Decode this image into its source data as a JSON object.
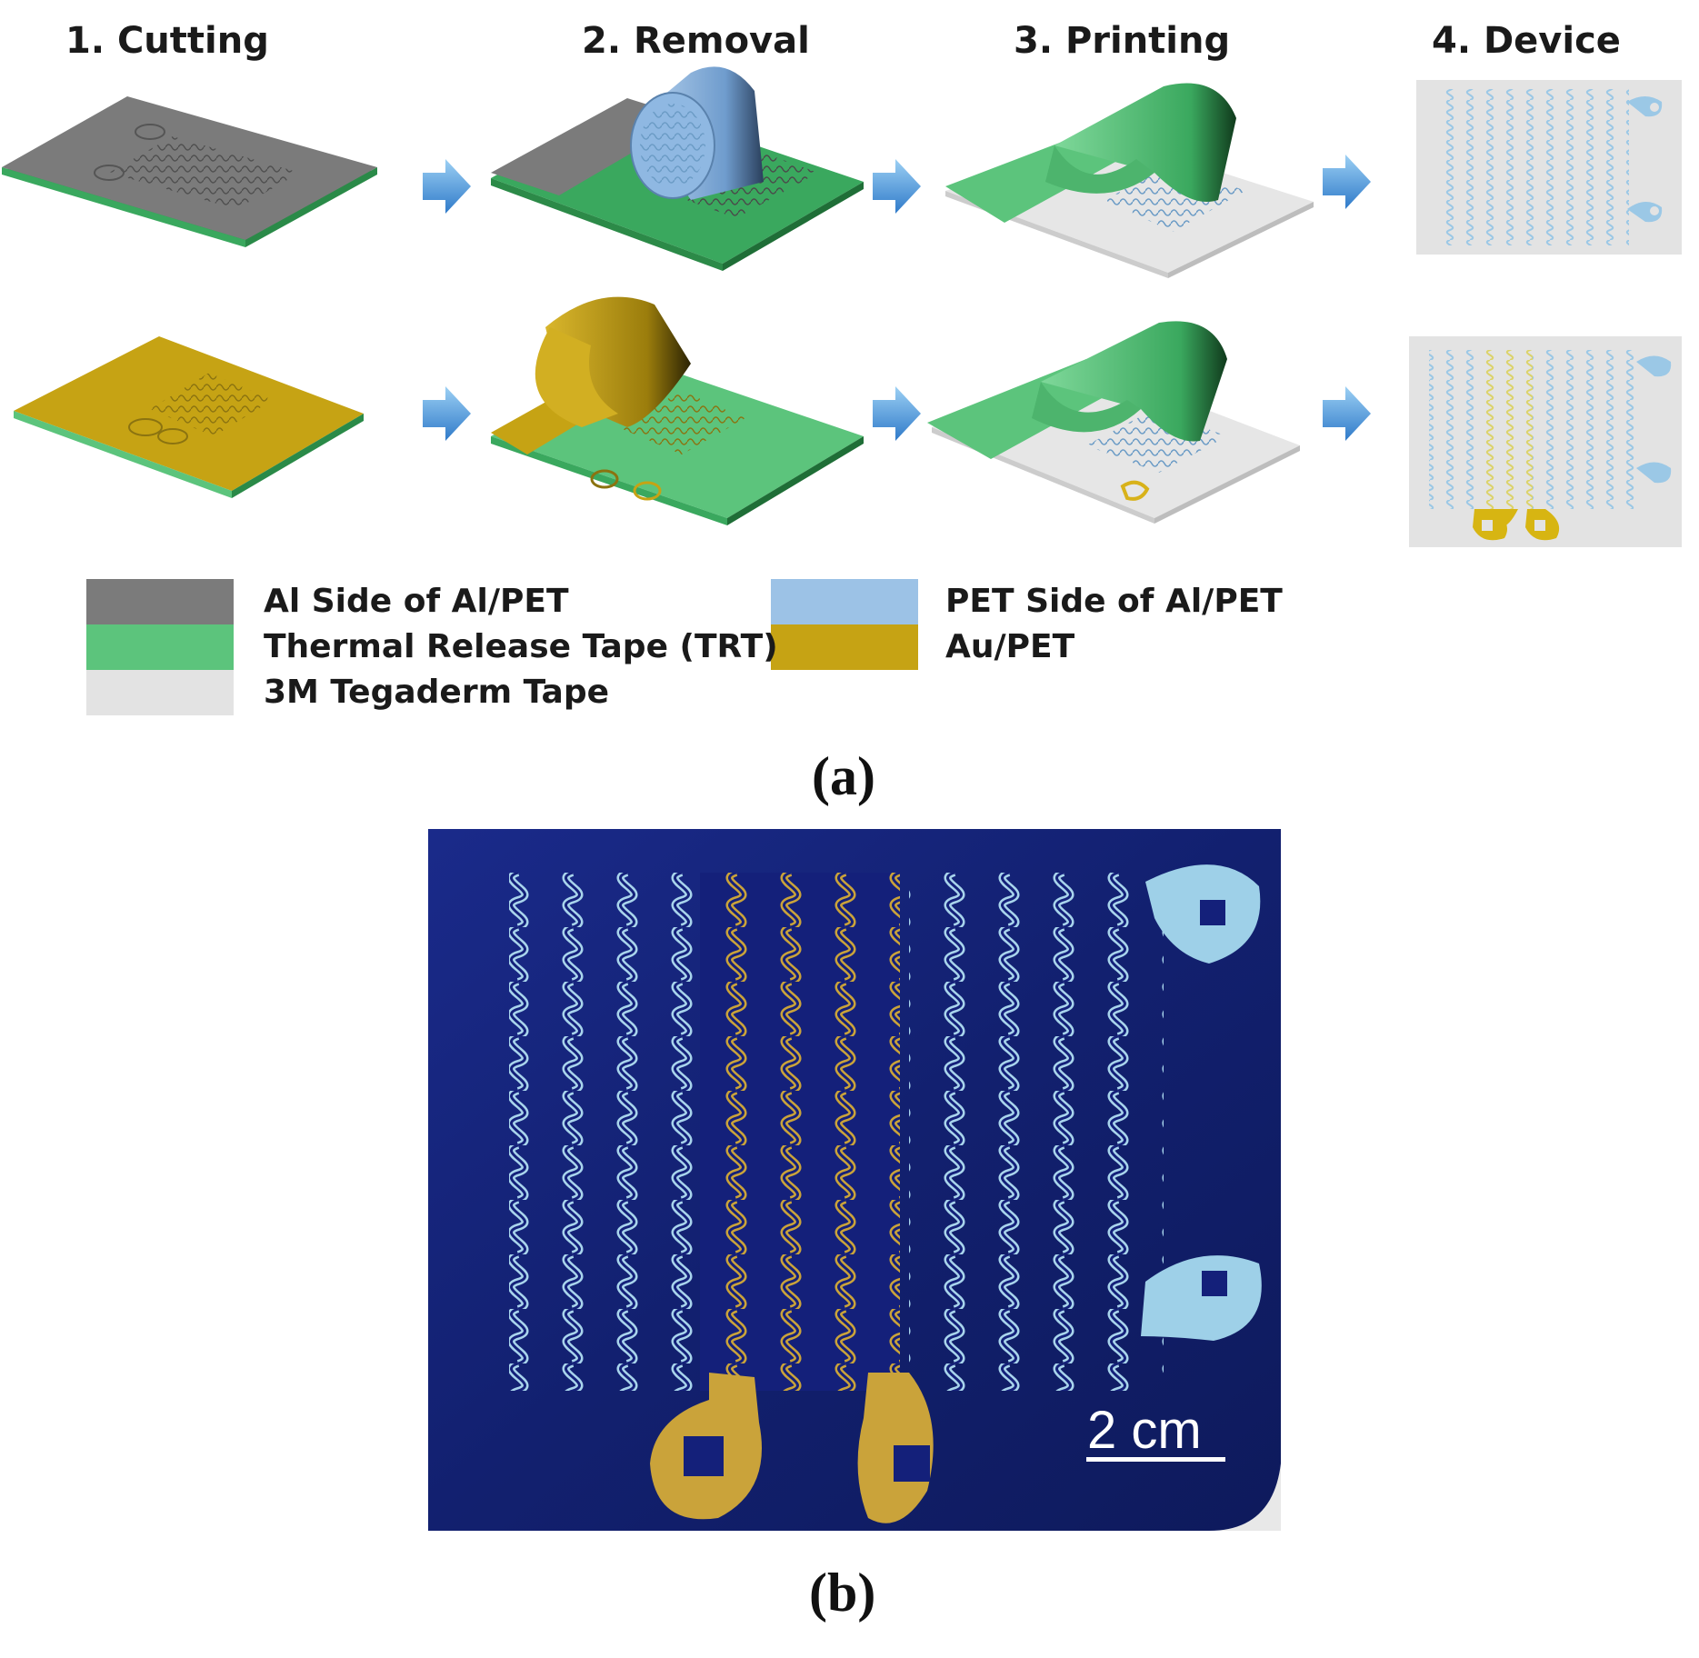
{
  "steps": [
    {
      "title": "1. Cutting"
    },
    {
      "title": "2. Removal"
    },
    {
      "title": "3. Printing"
    },
    {
      "title": "4. Device"
    }
  ],
  "legend": [
    {
      "label": "Al Side of Al/PET",
      "color": "#7b7b7b"
    },
    {
      "label": "Thermal Release Tape (TRT)",
      "color": "#5cc47c"
    },
    {
      "label": "3M Tegaderm Tape",
      "color": "#e3e3e3"
    },
    {
      "label": "PET Side of Al/PET",
      "color": "#9cc2e6"
    },
    {
      "label": "Au/PET",
      "color": "#c6a314"
    }
  ],
  "panels": {
    "a": "(a)",
    "b": "(b)"
  },
  "photo": {
    "scale_bar_label": "2 cm",
    "background_color": "#14207a",
    "trace_color": "#a8d4ec",
    "gold_color": "#caa33a"
  }
}
